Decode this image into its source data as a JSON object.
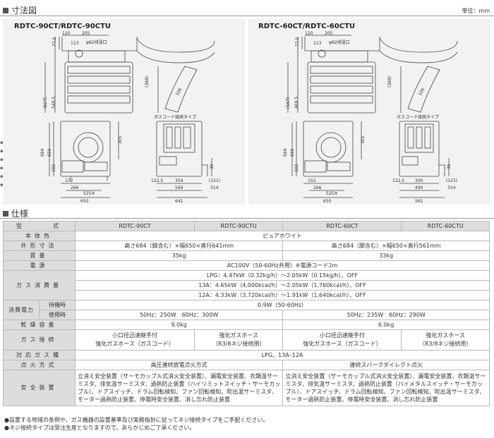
{
  "dim_section": {
    "title": "寸法図",
    "unit": "単位：mm"
  },
  "left_drawing": {
    "title": "RDTC-90CT/RDTC-90CTU",
    "top_dims": [
      "120",
      "205",
      "113",
      "φ82排湿口"
    ],
    "side_dims": [
      "77.5",
      "(627)",
      "549.5",
      "(388)",
      "106"
    ],
    "front_dims": [
      "684",
      "650",
      "305",
      "182",
      "152",
      "266",
      "525※",
      "650"
    ],
    "right_label": "ガスコード接続タイプ",
    "right_dims": [
      "122.5",
      "354",
      "569",
      "641",
      "(151)",
      "35",
      "314"
    ]
  },
  "right_drawing": {
    "title": "RDTC-60CT/RDTC-60CTU",
    "top_dims": [
      "120",
      "205",
      "113",
      "φ82排湿口"
    ],
    "side_dims": [
      "77.5",
      "(547)",
      "469.5",
      "(388)",
      "106"
    ],
    "front_dims": [
      "684",
      "650",
      "305",
      "182",
      "152",
      "266",
      "525※",
      "650"
    ],
    "right_label": "ガスコード接続タイプ",
    "right_dims": [
      "122.5",
      "300",
      "490",
      "561",
      "(125)",
      "35",
      "314"
    ]
  },
  "spec_section": {
    "title": "仕様"
  },
  "spec": {
    "model_label": "型　　　式",
    "models": [
      "RDTC-90CT",
      "RDTC-90CTU",
      "RDTC-60CT",
      "RDTC-60CTU"
    ],
    "body_color_label": "本体色",
    "body_color": "ピュアホワイト",
    "outer_dim_label": "外形寸法",
    "outer_dim_90": "高さ684（脚含む）×幅650×奥行641mm",
    "outer_dim_60": "高さ684（脚含む）×幅650×奥行561mm",
    "mass_label": "質量",
    "mass_90": "35kg",
    "mass_60": "33kg",
    "power_label": "電源",
    "power": "AC100V（50-60Hz共用）※電源コード2m",
    "gas_consumption_label": "ガス消費量",
    "gas_lpg": "LPG：4.47kW（0.32kg/h）～2.05kW（0.15kg/h）、OFF",
    "gas_13a": "13A：4.65kW（4,000kcal/h）～2.05kW（1,760kcal/h）、OFF",
    "gas_12a": "12A：4.33kW（3,720kcal/h）～1.91kW（1,640kcal/h）、OFF",
    "elec_label": "消費電力",
    "standby_label": "待機時",
    "standby": "0.9W（50-60Hz）",
    "inuse_label": "使用時",
    "inuse_90": "50Hz：250W　60Hz：300W",
    "inuse_60": "50Hz：235W　60Hz：290W",
    "capacity_label": "乾燥容量",
    "capacity_90": "9.0kg",
    "capacity_60": "6.0kg",
    "gas_conn_label": "ガス接続",
    "gas_conn_a": "小口径迅速継手付\n強化ガスホース（ガスコード）",
    "gas_conn_b": "強化ガスホース\n（R3/8ネジ接続用）",
    "gas_type_label": "対応ガス種",
    "gas_type": "LPG、13A･12A",
    "ignition_label": "点火方式",
    "ignition_90": "高圧連続放電点火方式",
    "ignition_60": "連続スパークダイレクト点火",
    "safety_label": "安全装置",
    "safety_90": "立消え安全装置（サーモカップル式消火安全装置）、漏電安全装置、衣類温サーミスタ、排気温サーミスタ、過熱防止装置（ハイリミットスイッチ・サーモカップル）、ドアスイッチ、ドラム回転検知、ファン回転検知、吹出温サーミスタ、モーター過熱防止装置、停電時安全装置、消し忘れ防止装置",
    "safety_60": "立消え安全装置（サーモカップル式消火安全装置）、漏電安全装置、衣類温サーミスタ、排気温サーミスタ、過熱防止装置（バイメタルスイッチ・サーモカップル）、ドアスイッチ、ドラム回転検知、ファン回転検知、吹出温サーミスタ、モーター過熱防止装置、停電時安全装置、消し忘れ防止装置"
  },
  "notes": [
    "●設置する地域の条例や、ガス機器の設置基準及び実務指針に従ってネジ接続タイプをご手配ください。",
    "●ネジ接続タイプは受注生産となりますので、あらかじめご了承ください。"
  ],
  "colors": {
    "panel": "#f2f2f2",
    "header_bg": "#dddddd",
    "line": "#444444"
  }
}
